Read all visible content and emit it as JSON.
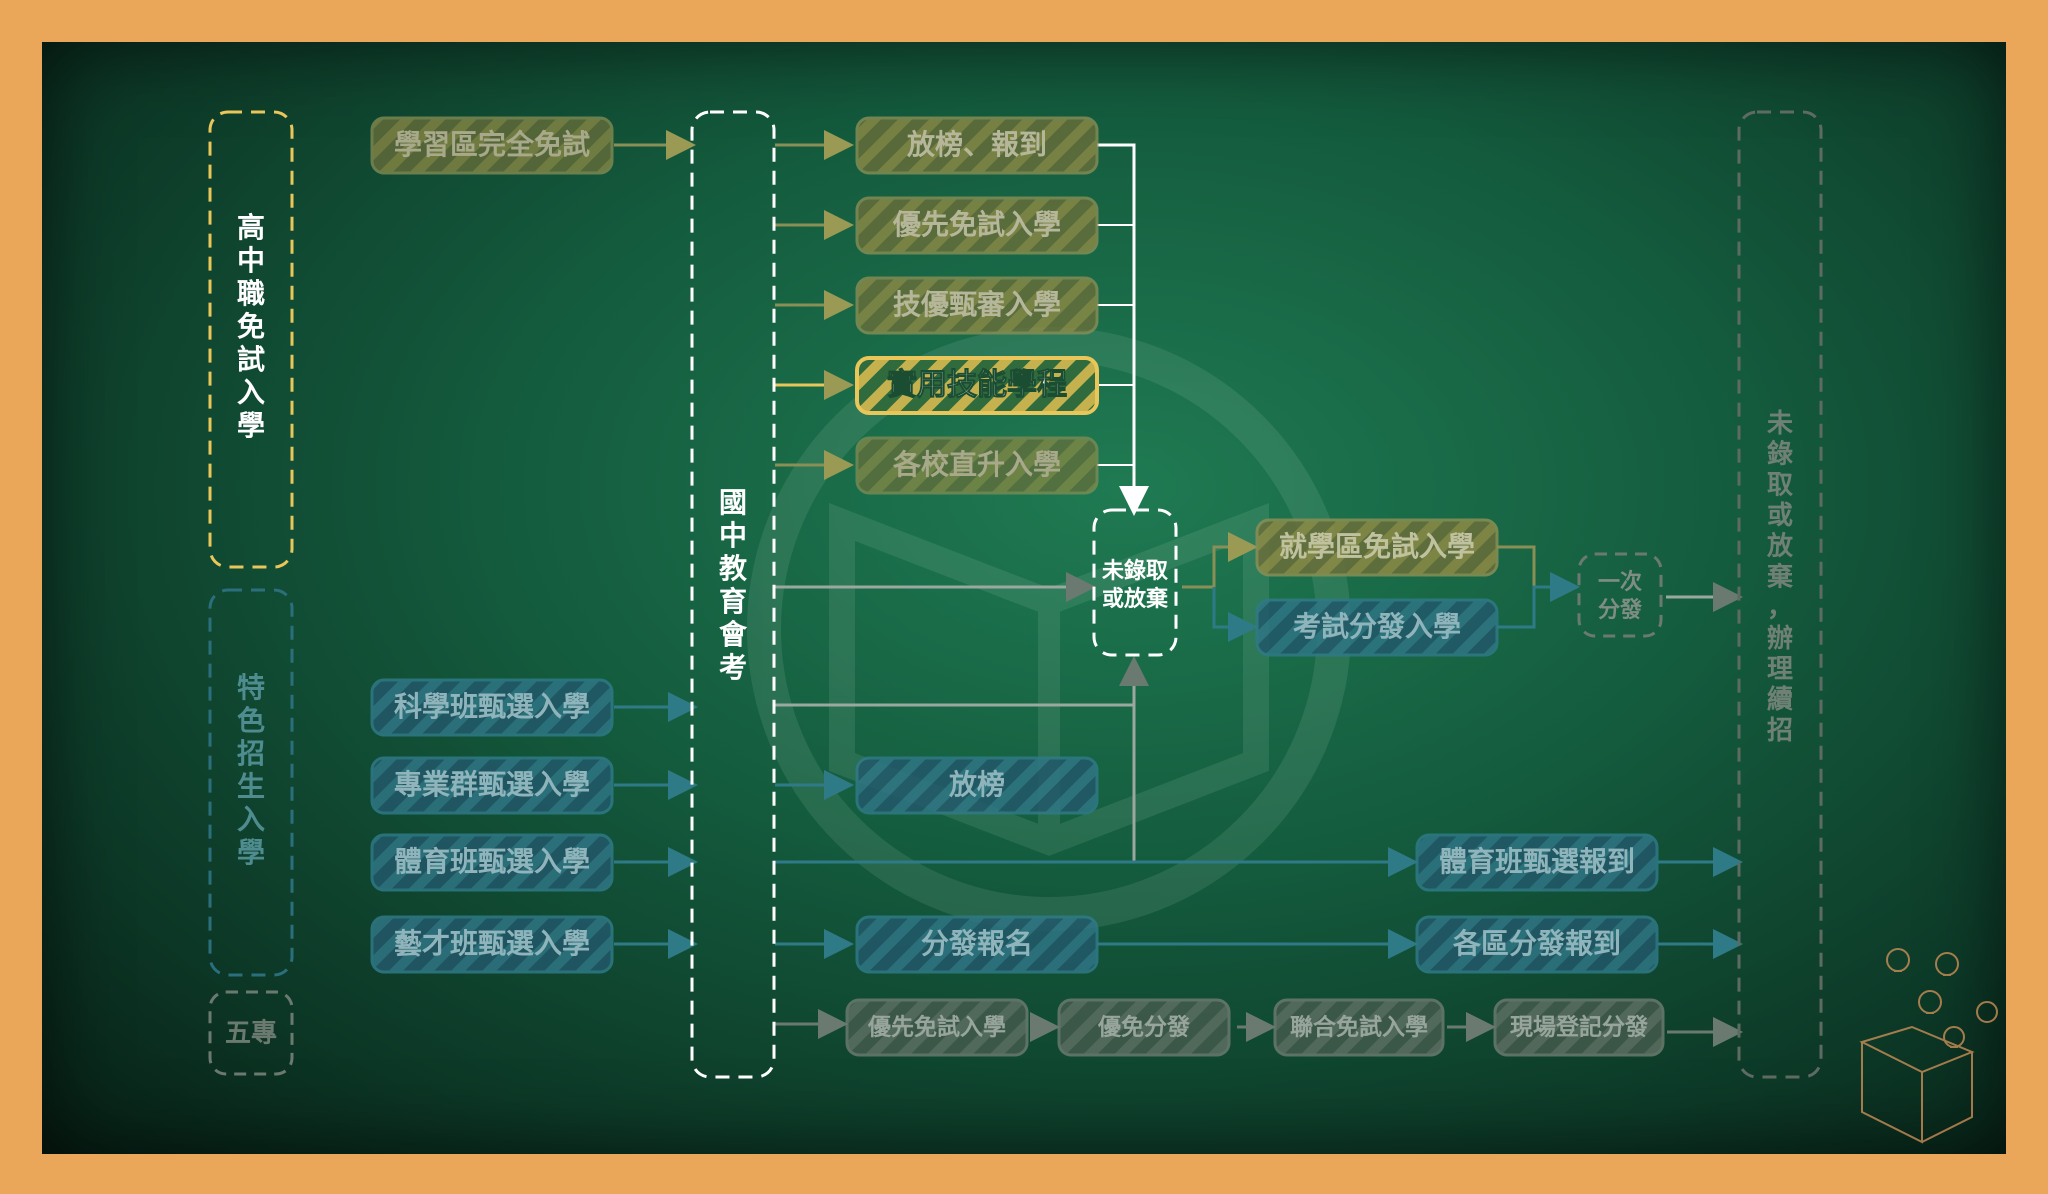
{
  "colors": {
    "frame": "#eaa75a",
    "yellow": "#b7a84c",
    "yellow_bright": "#e8c65a",
    "blue": "#2b6f7d",
    "gray": "#5e6b62",
    "white": "#ffffff",
    "dim_text": "#8fa095"
  },
  "groups": {
    "exempt": "高中職免試入學",
    "special": "特色招生入學",
    "five_year": "五專",
    "exam": "國中教育會考",
    "not_admitted": "未錄取或放棄",
    "not_admitted_line1": "未錄取",
    "not_admitted_line2": "或放棄",
    "continue_recruit": "未錄取或放棄，辦理續招",
    "one_dist_line1": "一次",
    "one_dist_line2": "分發"
  },
  "left_nodes": {
    "district_free": "學習區完全免試",
    "science": "科學班甄選入學",
    "professional": "專業群甄選入學",
    "sports": "體育班甄選入學",
    "arts": "藝才班甄選入學"
  },
  "mid_nodes": {
    "release_register": "放榜、報到",
    "priority_free": "優先免試入學",
    "skill_review": "技優甄審入學",
    "practical_skills": "實用技能學程",
    "direct_promote": "各校直升入學",
    "release": "放榜",
    "distribute_sign": "分發報名"
  },
  "right_nodes": {
    "district_exempt": "就學區免試入學",
    "exam_distribute": "考試分發入學",
    "sports_register": "體育班甄選報到",
    "district_distribute_register": "各區分發報到"
  },
  "five_year_nodes": {
    "priority_free": "優先免試入學",
    "priority_distribute": "優免分發",
    "joint_free": "聯合免試入學",
    "onsite_register": "現場登記分發"
  }
}
